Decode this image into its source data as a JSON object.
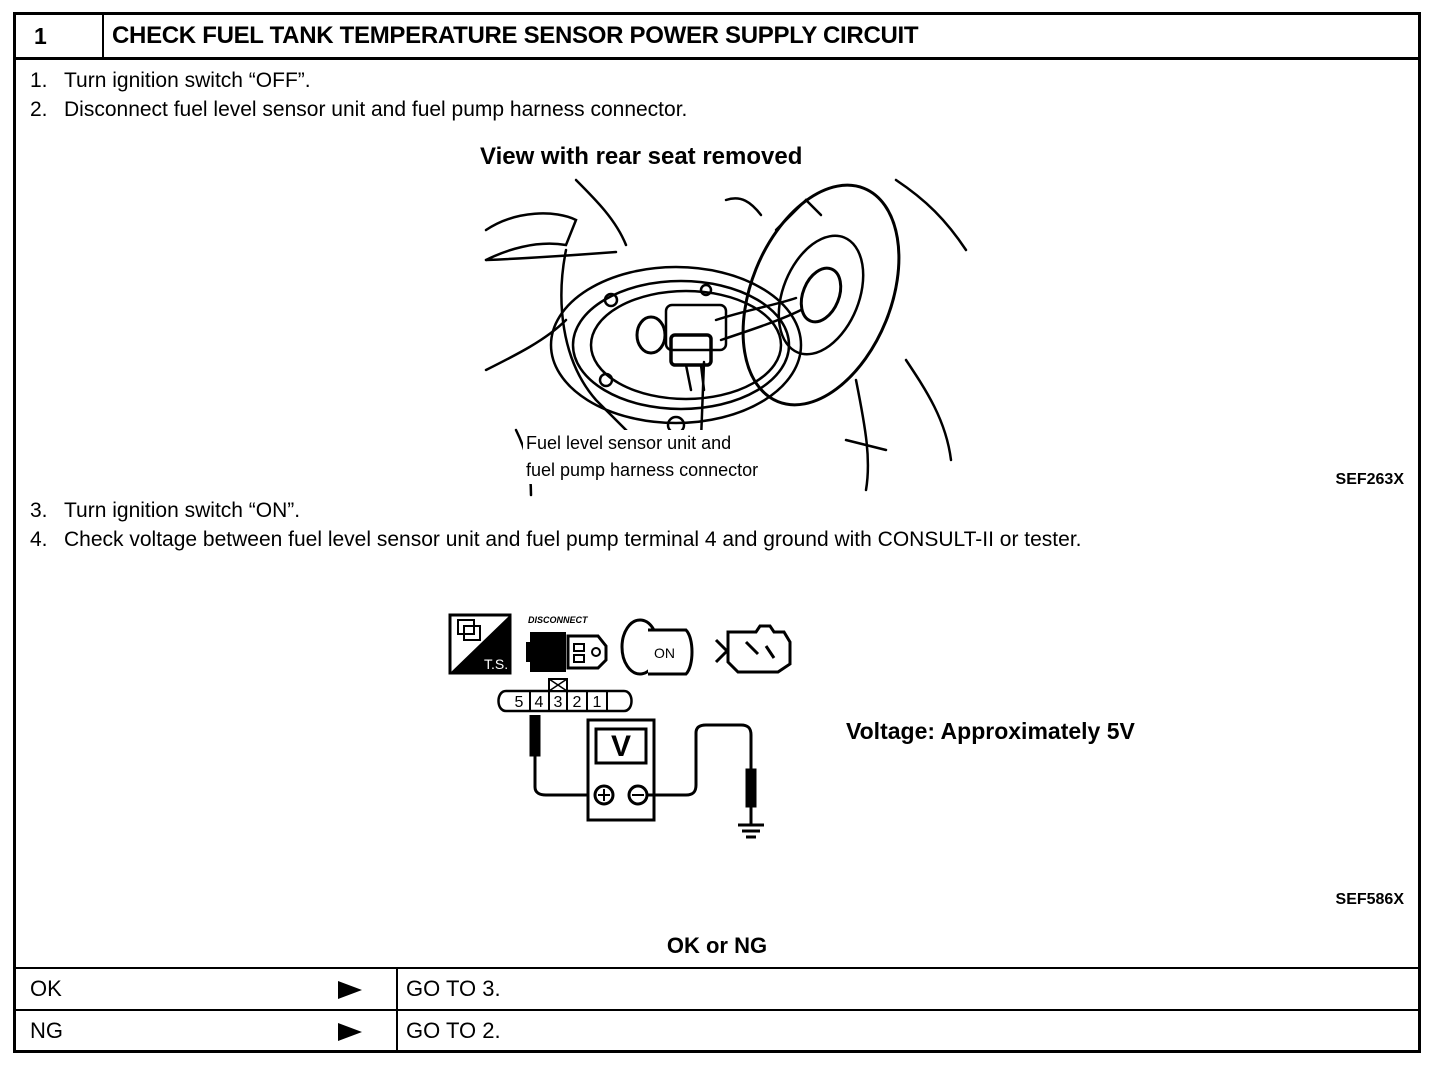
{
  "header": {
    "number": "1",
    "title": "CHECK FUEL TANK TEMPERATURE SENSOR POWER SUPPLY CIRCUIT"
  },
  "steps": [
    {
      "n": "1.",
      "text": "Turn ignition switch “OFF”."
    },
    {
      "n": "2.",
      "text": "Disconnect fuel level sensor unit and fuel pump harness connector."
    },
    {
      "n": "3.",
      "text": "Turn ignition switch “ON”."
    },
    {
      "n": "4.",
      "text": "Check voltage between fuel level sensor unit and fuel pump terminal 4 and ground with CONSULT-II or tester."
    }
  ],
  "figure1": {
    "title": "View with rear seat removed",
    "caption_line1": "Fuel level sensor unit and",
    "caption_line2": "fuel pump harness connector",
    "code": "SEF263X"
  },
  "figure2": {
    "icon_labels": {
      "ts": "T.S.",
      "disconnect": "DISCONNECT",
      "on": "ON"
    },
    "terminals": [
      "5",
      "4",
      "3",
      "2",
      "1"
    ],
    "meter_symbol": "V",
    "voltage_spec": "Voltage: Approximately 5V",
    "code": "SEF586X"
  },
  "result_prompt": "OK or NG",
  "results": [
    {
      "label": "OK",
      "action": "GO TO 3."
    },
    {
      "label": "NG",
      "action": "GO TO 2."
    }
  ]
}
